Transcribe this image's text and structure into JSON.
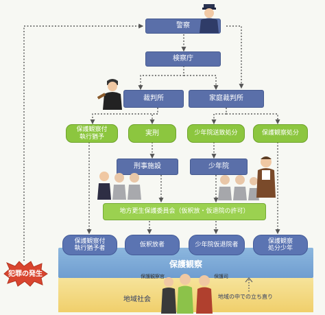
{
  "nodes": {
    "police": "警察",
    "prosecutor": "検察庁",
    "court": "裁判所",
    "family_court": "家庭裁判所",
    "probation_sentence": "保護観察付\n執行猶予",
    "prison_sentence": "実刑",
    "juvenile_training_disposition": "少年院送致処分",
    "probation_disposition": "保護観察処分",
    "penal_institution": "刑事施設",
    "juvenile_training_school": "少年院",
    "parole_board": "地方更生保護委員会（仮釈放・仮退院の許可）",
    "out_probation_sentence": "保護観察付\n執行猶予者",
    "out_parolee": "仮釈放者",
    "out_juvenile_parolee": "少年院仮退院者",
    "out_juvenile_probation": "保護観察\n処分少年"
  },
  "crime_occurrence": "犯罪の発生",
  "probation_band": "保護観察",
  "probation_officer": "保護観察官",
  "volunteer_officer": "保護司",
  "community": "地域社会",
  "rehabilitation": "地域の中での立ち直り",
  "colors": {
    "navy_box": "#5a6fa9",
    "green_box": "#8cc63f",
    "band": "#7ea9d8",
    "community": "#f2d679",
    "burst": "#d9452f"
  }
}
